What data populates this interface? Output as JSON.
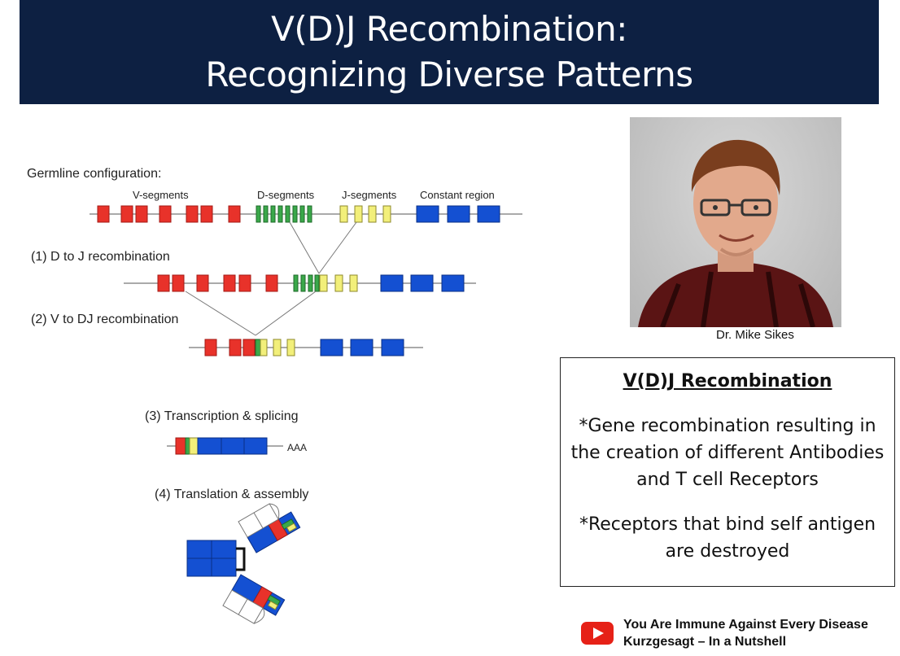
{
  "title": {
    "line1": "V(D)J Recombination:",
    "line2": "Recognizing Diverse Patterns"
  },
  "diagram": {
    "germline_label": "Germline configuration:",
    "v_label": "V-segments",
    "d_label": "D-segments",
    "j_label": "J-segments",
    "c_label": "Constant region",
    "step1": "(1) D to J recombination",
    "step2": "(2) V to DJ recombination",
    "step3": "(3) Transcription & splicing",
    "polya": "AAA",
    "step4": "(4) Translation & assembly"
  },
  "photo_caption": "Dr. Mike Sikes",
  "info_box": {
    "heading": "V(D)J Recombination",
    "point1": "*Gene recombination resulting in the creation of different Antibodies and T cell Receptors",
    "point2": "*Receptors that bind self antigen are destroyed"
  },
  "source": {
    "line1": "You Are Immune Against Every Disease",
    "line2": "Kurzgesagt – In a Nutshell"
  },
  "colors": {
    "banner": "#0d2042",
    "v_segment": "#e8322a",
    "d_segment": "#3aa84a",
    "j_segment": "#f2ef7a",
    "constant": "#1450d2"
  }
}
